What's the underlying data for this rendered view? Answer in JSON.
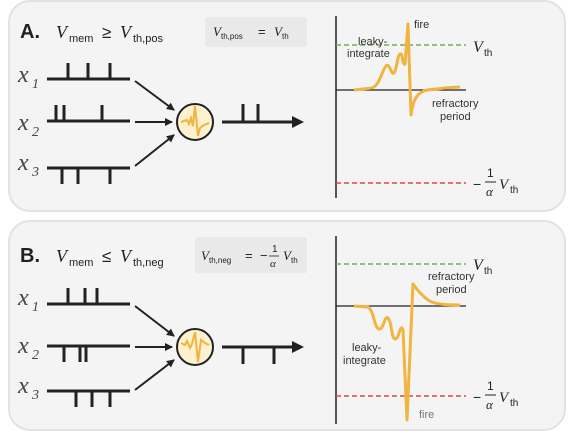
{
  "colors": {
    "signal": "#f2b441",
    "threshold_pos": "#7aab4f",
    "threshold_neg": "#d94a4a",
    "ink": "#222222",
    "label_gray": "#777777"
  },
  "panel_a": {
    "letter": "A.",
    "cond_V": "V",
    "cond_mem": "mem",
    "cond_op": "≥",
    "cond_Vth": "V",
    "cond_th_sub": "th,pos",
    "box_left_V": "V",
    "box_left_sub": "th,pos",
    "box_eq": "=",
    "box_right_V": "V",
    "box_right_sub": "th",
    "inputs": [
      "x",
      "x",
      "x"
    ],
    "input_subs": [
      "1",
      "2",
      "3"
    ],
    "label_leaky1": "leaky-",
    "label_leaky2": "integrate",
    "label_fire": "fire",
    "label_refr1": "refractory",
    "label_refr2": "period",
    "vth_V": "V",
    "vth_sub": "th",
    "neg_minus": "−",
    "neg_num": "1",
    "neg_den": "α",
    "neg_V": "V",
    "neg_sub": "th"
  },
  "panel_b": {
    "letter": "B.",
    "cond_V": "V",
    "cond_mem": "mem",
    "cond_op": "≤",
    "cond_Vth": "V",
    "cond_th_sub": "th,neg",
    "box_left_V": "V",
    "box_left_sub": "th,neg",
    "box_eq": "=",
    "box_minus": "−",
    "box_num": "1",
    "box_den": "α",
    "box_right_V": "V",
    "box_right_sub": "th",
    "inputs": [
      "x",
      "x",
      "x"
    ],
    "input_subs": [
      "1",
      "2",
      "3"
    ],
    "label_leaky1": "leaky-",
    "label_leaky2": "integrate",
    "label_fire": "fire",
    "label_refr1": "refractory",
    "label_refr2": "period",
    "vth_V": "V",
    "vth_sub": "th",
    "neg_minus": "−",
    "neg_num": "1",
    "neg_den": "α",
    "neg_V": "V",
    "neg_sub": "th"
  }
}
